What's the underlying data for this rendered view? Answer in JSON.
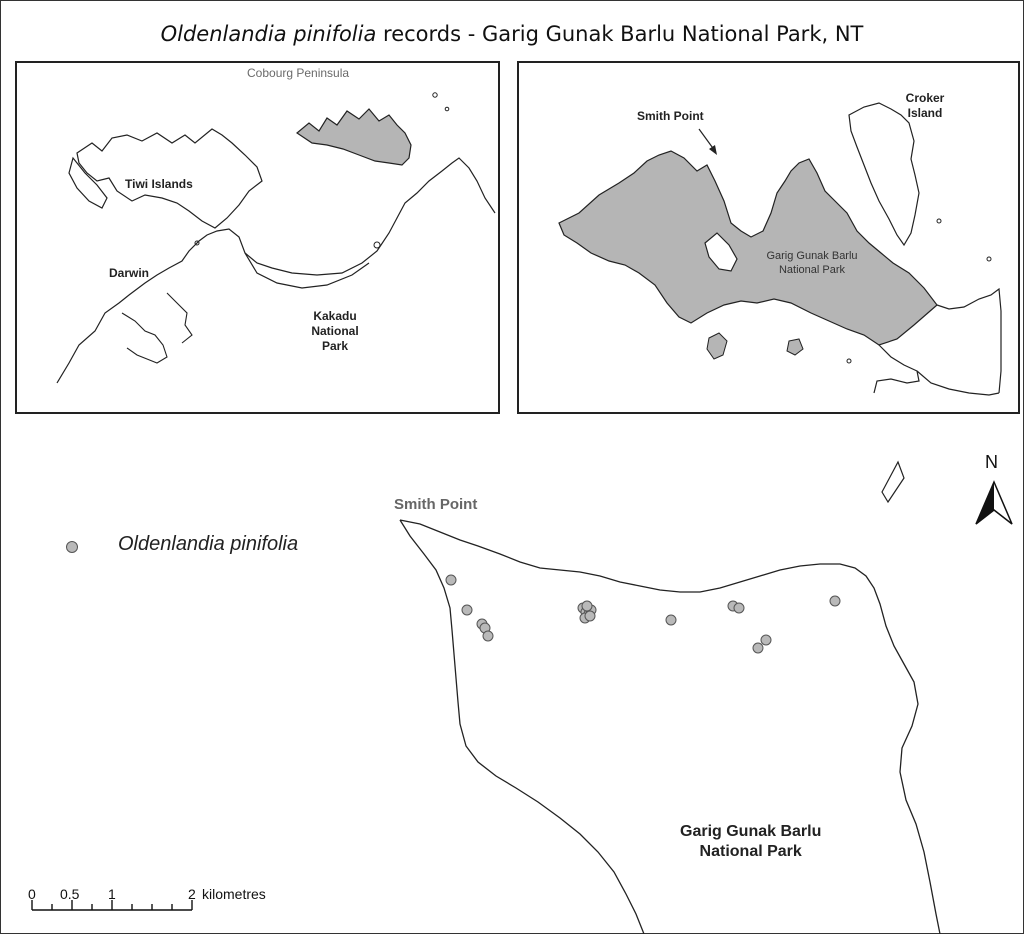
{
  "map": {
    "title_species": "Oldenlandia pinifolia",
    "title_rest": " records - Garig Gunak Barlu National Park, NT"
  },
  "inset_left": {
    "labels": {
      "cobourg": "Cobourg Peninsula",
      "tiwi": "Tiwi Islands",
      "darwin": "Darwin",
      "kakadu_1": "Kakadu",
      "kakadu_2": "National",
      "kakadu_3": "Park"
    }
  },
  "inset_right": {
    "labels": {
      "smith_point": "Smith Point",
      "croker_1": "Croker",
      "croker_2": "Island",
      "park_1": "Garig Gunak Barlu",
      "park_2": "National Park"
    }
  },
  "main_map": {
    "smith_point": "Smith Point",
    "park_1": "Garig Gunak Barlu",
    "park_2": "National Park",
    "north_label": "N",
    "legend": {
      "label": "Oldenlandia pinifolia"
    },
    "scale": {
      "ticks": [
        "0",
        "0.5",
        "1",
        "2"
      ],
      "unit": "kilometres"
    },
    "records_count": 18
  },
  "colors": {
    "park_fill": "#b5b5b5",
    "record_fill": "#b9b9b9",
    "outline": "#222222"
  }
}
